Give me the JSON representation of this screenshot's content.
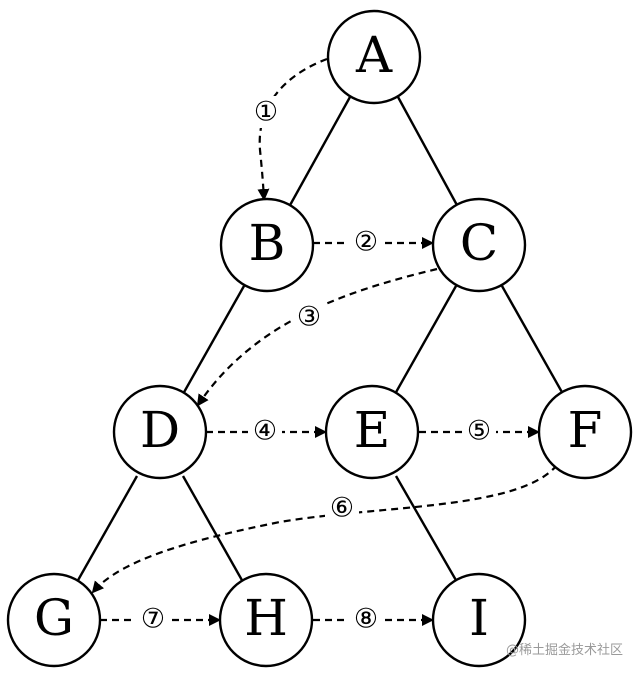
{
  "nodes": {
    "A": "A",
    "B": "B",
    "C": "C",
    "D": "D",
    "E": "E",
    "F": "F",
    "G": "G",
    "H": "H",
    "I": "I"
  },
  "traversal_steps": {
    "s1": "①",
    "s2": "②",
    "s3": "③",
    "s4": "④",
    "s5": "⑤",
    "s6": "⑥",
    "s7": "⑦",
    "s8": "⑧"
  },
  "edges": [
    [
      "A",
      "B"
    ],
    [
      "A",
      "C"
    ],
    [
      "B",
      "D"
    ],
    [
      "C",
      "E"
    ],
    [
      "C",
      "F"
    ],
    [
      "D",
      "G"
    ],
    [
      "D",
      "H"
    ],
    [
      "E",
      "I"
    ]
  ],
  "traversal_order": [
    "A",
    "B",
    "C",
    "D",
    "E",
    "F",
    "G",
    "H",
    "I"
  ],
  "watermark": "@稀土掘金技术社区"
}
